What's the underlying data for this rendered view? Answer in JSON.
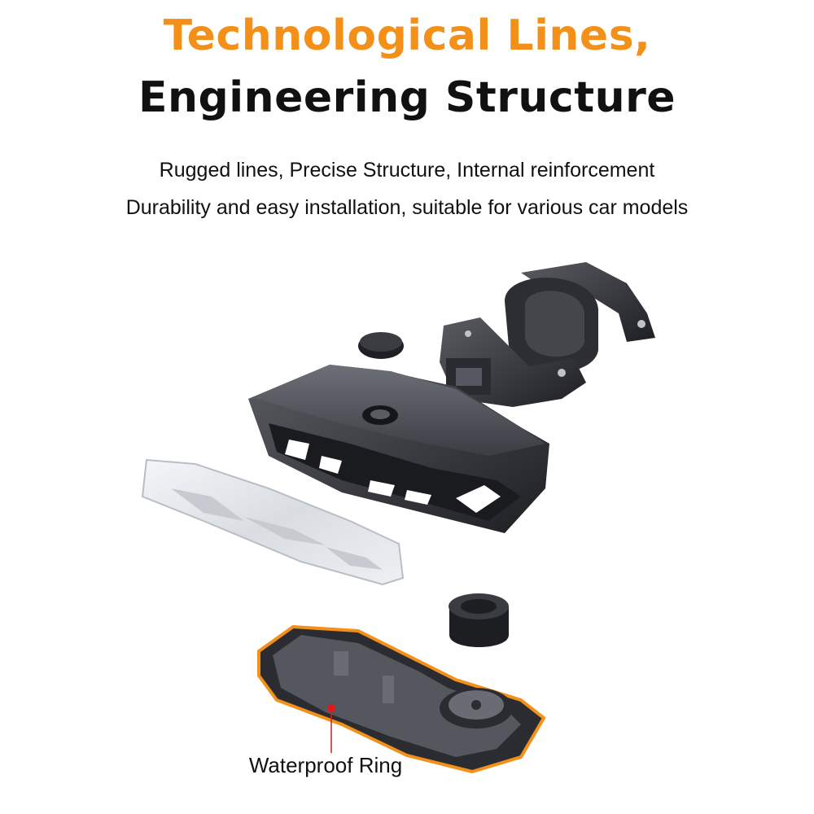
{
  "headline": {
    "line1": "Technological Lines,",
    "line2": "Engineering Structure"
  },
  "description": {
    "line1": "Rugged lines, Precise Structure, Internal reinforcement",
    "line2": "Durability and easy installation, suitable for various car models"
  },
  "callout": {
    "label": "Waterproof Ring"
  },
  "colors": {
    "accent": "#F39019",
    "text": "#111111",
    "marker": "#E0191E"
  }
}
